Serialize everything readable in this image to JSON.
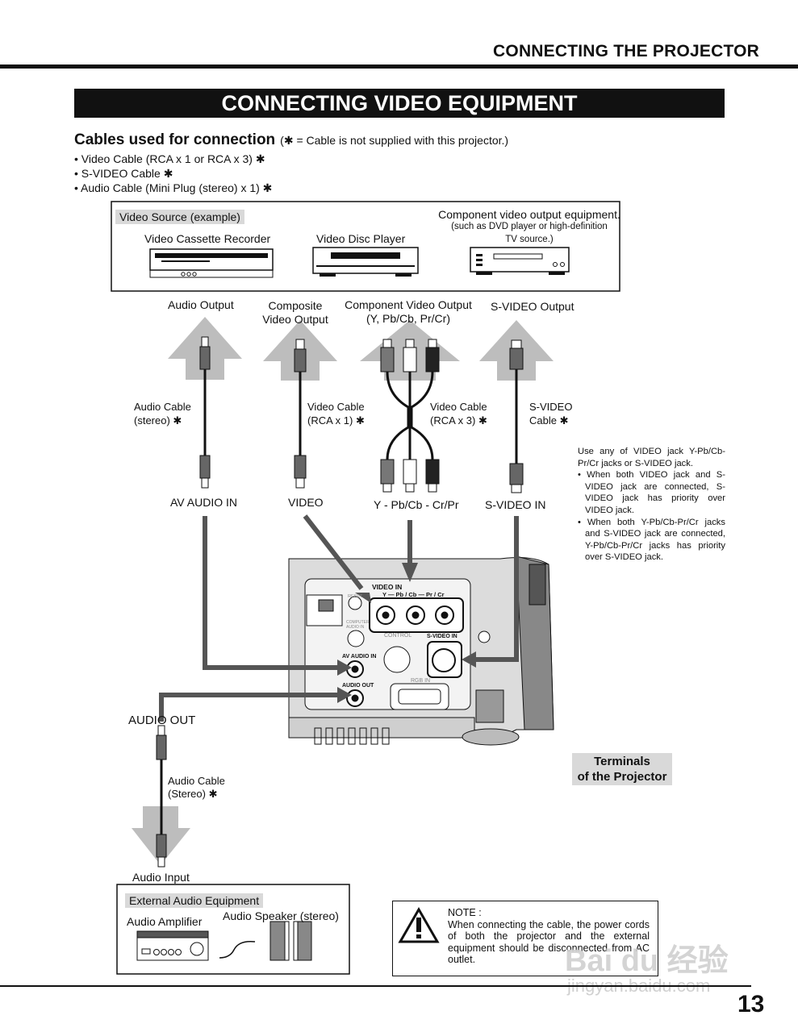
{
  "header": {
    "section_title": "CONNECTING THE PROJECTOR"
  },
  "title": "CONNECTING VIDEO EQUIPMENT",
  "cables": {
    "heading": "Cables used for connection",
    "note": "(✱ = Cable is not supplied with this projector.)",
    "items": [
      "• Video Cable (RCA x 1 or RCA x 3) ✱",
      "• S-VIDEO Cable ✱",
      "• Audio Cable (Mini Plug (stereo) x 1) ✱"
    ]
  },
  "source_box": {
    "tag": "Video Source (example)",
    "vcr": "Video Cassette Recorder",
    "disc": "Video Disc Player",
    "component_line1": "Component video output equipment.",
    "component_line2": "(such as DVD player or high-definition",
    "component_line3": "TV source.)"
  },
  "outputs": {
    "audio": "Audio Output",
    "composite_1": "Composite",
    "composite_2": "Video Output",
    "component_1": "Component Video Output",
    "component_2": "(Y, Pb/Cb, Pr/Cr)",
    "svideo": "S-VIDEO Output"
  },
  "cable_labels": {
    "audio_1": "Audio Cable",
    "audio_2": "(stereo) ✱",
    "video1_1": "Video Cable",
    "video1_2": "(RCA x 1) ✱",
    "video3_1": "Video Cable",
    "video3_2": "(RCA x 3) ✱",
    "svideo_1": "S-VIDEO",
    "svideo_2": "Cable ✱",
    "audio_out_1": "Audio Cable",
    "audio_out_2": "(Stereo) ✱"
  },
  "inputs": {
    "av_audio_in": "AV AUDIO IN",
    "video": "VIDEO",
    "component": "Y - Pb/Cb - Cr/Pr",
    "svideo_in": "S-VIDEO IN",
    "audio_out": "AUDIO OUT",
    "audio_input": "Audio Input"
  },
  "side_note": {
    "intro": "Use any of VIDEO jack Y-Pb/Cb-Pr/Cr jacks or S-VIDEO jack.",
    "bullet1": "• When both VIDEO jack and S-VIDEO jack are connected, S-VIDEO jack has priority over VIDEO jack.",
    "bullet2": "• When both Y-Pb/Cb-Pr/Cr jacks and S-VIDEO jack are connected, Y-Pb/Cb-Pr/Cr jacks has priority over S-VIDEO jack."
  },
  "panel": {
    "video_in": "VIDEO IN",
    "ypbpr": "Y — Pb / Cb — Pr / Cr",
    "reset": "RESET",
    "computer_audio_in_1": "COMPUTER",
    "computer_audio_in_2": "AUDIO IN",
    "control": "CONTROL",
    "svideo_in": "S-VIDEO IN",
    "av_audio_in": "AV AUDIO IN",
    "audio_out": "AUDIO OUT",
    "rgb_in": "RGB IN"
  },
  "terminals": {
    "line1": "Terminals",
    "line2": "of the Projector"
  },
  "external": {
    "tag": "External Audio Equipment",
    "amplifier": "Audio Amplifier",
    "speaker": "Audio Speaker (stereo)"
  },
  "note": {
    "heading": "NOTE :",
    "text": "When connecting the cable, the power cords of both the projector and the external equipment should be disconnected from AC outlet."
  },
  "watermark": {
    "brand": "Bai du 经验",
    "url": "jingyan.baidu.com"
  },
  "page_number": "13",
  "colors": {
    "arrow_gray": "#bdbdbd",
    "tag_gray": "#d9d9d9",
    "bar": "#111111"
  }
}
